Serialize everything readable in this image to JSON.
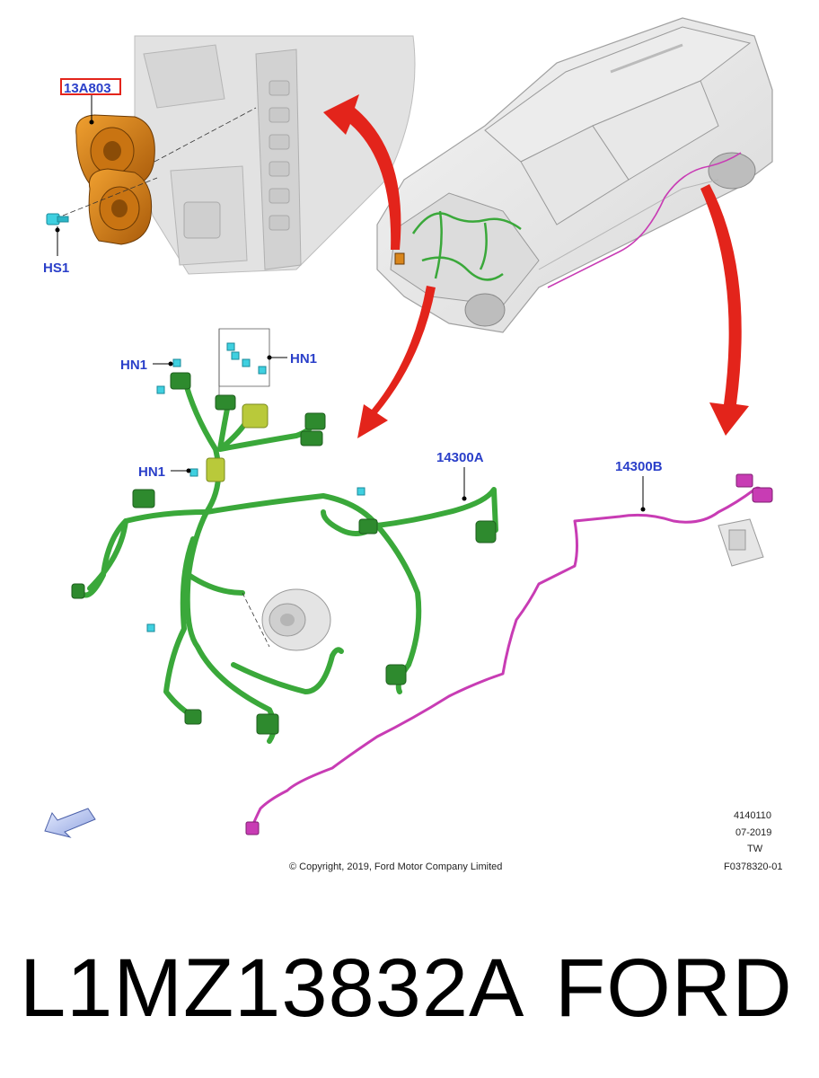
{
  "callouts": {
    "horn_part": "13A803",
    "horn_bolt": "HS1",
    "nut_left": "HN1",
    "nut_right": "HN1",
    "nut_lower": "HN1",
    "harness_a": "14300A",
    "harness_b": "14300B"
  },
  "meta": {
    "code": "4140110",
    "date": "07-2019",
    "region": "TW",
    "figure": "F0378320-01"
  },
  "copyright": "© Copyright, 2019, Ford Motor Company Limited",
  "caption": {
    "part_number": "L1MZ13832A",
    "brand": "FORD"
  },
  "colors": {
    "harness_a": "#3aa83a",
    "harness_b": "#c83cb4",
    "horn": "#d9861c",
    "arrow": "#e3241b",
    "callout_text": "#2a3fc9",
    "highlight_box": "#e3241b"
  }
}
